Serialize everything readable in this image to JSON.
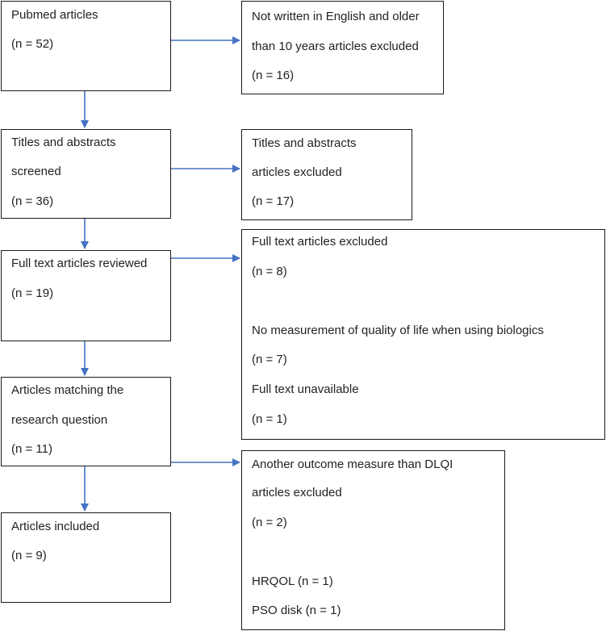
{
  "colors": {
    "arrow": "#4472C4",
    "border": "#1a1a1a",
    "text": "#222222"
  },
  "main": {
    "pubmed": {
      "title": "Pubmed articles",
      "count": "(n = 52)"
    },
    "screened": {
      "line1": "Titles and abstracts",
      "line2": "screened",
      "count": "(n = 36)"
    },
    "reviewed": {
      "title": "Full text articles reviewed",
      "count": "(n = 19)"
    },
    "matching": {
      "line1": "Articles matching the",
      "line2": "research question",
      "count": "(n = 11)"
    },
    "included": {
      "title": "Articles included",
      "count": "(n = 9)"
    }
  },
  "excluded": {
    "language": {
      "line1": "Not written in English and older",
      "line2": "than 10 years articles excluded",
      "count": "(n = 16)"
    },
    "abstracts": {
      "line1": "Titles and abstracts",
      "line2": "articles excluded",
      "count": "(n = 17)"
    },
    "fulltext": {
      "title": "Full text articles excluded",
      "count": "(n = 8)",
      "reason1": "No measurement of quality of life when using biologics",
      "reason1_count": "(n = 7)",
      "reason2": "Full text unavailable",
      "reason2_count": "(n = 1)"
    },
    "outcome": {
      "line1": "Another outcome measure than DLQI",
      "line2": "articles excluded",
      "count": "(n = 2)",
      "reason1": "HRQOL (n = 1)",
      "reason2": "PSO disk (n = 1)"
    }
  }
}
